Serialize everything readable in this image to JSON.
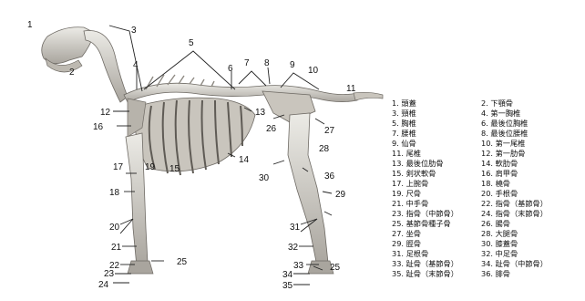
{
  "figure": {
    "callouts": [
      "1",
      "2",
      "3",
      "4",
      "5",
      "6",
      "7",
      "8",
      "9",
      "10",
      "11",
      "12",
      "13",
      "14",
      "15",
      "16",
      "17",
      "18",
      "19",
      "20",
      "21",
      "22",
      "23",
      "24",
      "25",
      "26",
      "27",
      "28",
      "29",
      "30",
      "31",
      "32",
      "33",
      "34",
      "35",
      "36",
      "25"
    ]
  },
  "legend": {
    "items": [
      "1. 頭蓋",
      "2. 下顎骨",
      "3. 頸椎",
      "4. 第一胸椎",
      "5. 胸椎",
      "6. 最後位胸椎",
      "7. 腰椎",
      "8. 最後位腰椎",
      "9. 仙骨",
      "10. 第一尾椎",
      "11. 尾椎",
      "12. 第一肋骨",
      "13. 最後位肋骨",
      "14. 軟肋骨",
      "15. 剣状軟骨",
      "16. 肩甲骨",
      "17. 上腕骨",
      "18. 橈骨",
      "19. 尺骨",
      "20. 手根骨",
      "21. 中手骨",
      "22. 指骨（基節骨）",
      "23. 指骨（中節骨）",
      "24. 指骨（末節骨）",
      "25. 基節骨種子骨",
      "26. 腸骨",
      "27. 坐骨",
      "28. 大腿骨",
      "29. 脛骨",
      "30. 膝蓋骨",
      "31. 足根骨",
      "32. 中足骨",
      "33. 趾骨（基節骨）",
      "34. 趾骨（中節骨）",
      "35. 趾骨（末節骨）",
      "36. 腓骨"
    ]
  },
  "colors": {
    "bone": "#d9d6cf",
    "bone_shade": "#8f8b84",
    "ink": "#111111"
  }
}
